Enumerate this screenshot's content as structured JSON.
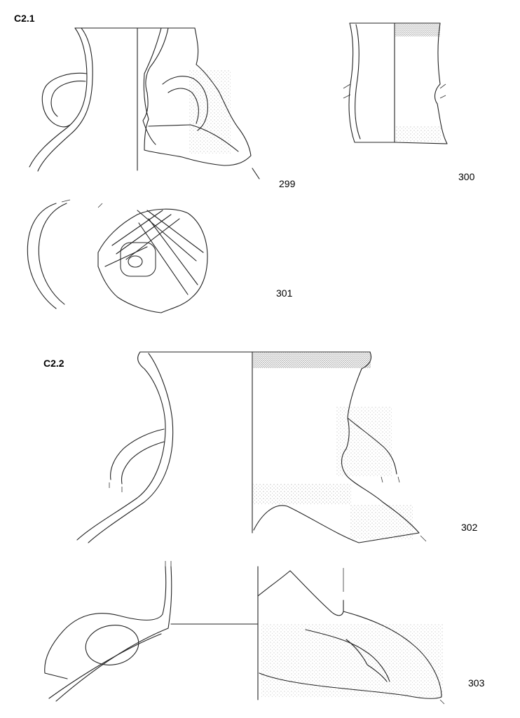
{
  "plate": {
    "sections": [
      {
        "label": "C2.1"
      },
      {
        "label": "C2.2"
      }
    ],
    "figures": [
      {
        "number": "299"
      },
      {
        "number": "300"
      },
      {
        "number": "301"
      },
      {
        "number": "302"
      },
      {
        "number": "303"
      }
    ]
  }
}
